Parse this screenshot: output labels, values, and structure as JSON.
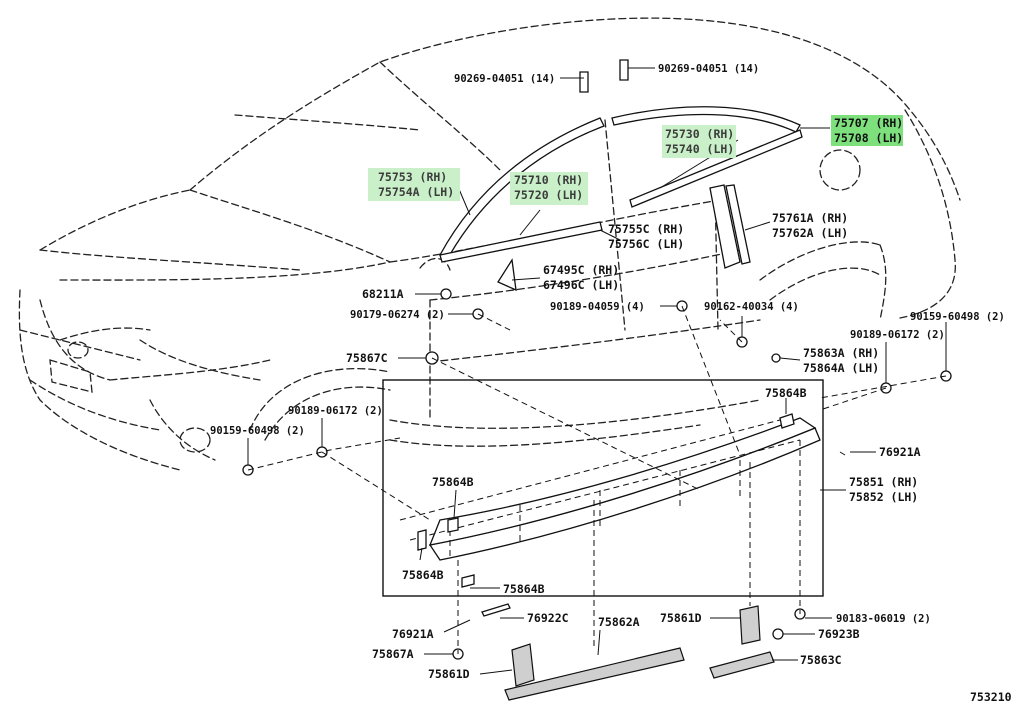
{
  "diagram_id": "753210",
  "highlight_color": "#7de07d",
  "labels": {
    "p90269_left": "90269-04051 (14)",
    "p90269_right": "90269-04051 (14)",
    "p75707": "75707 (RH)",
    "p75708": "75708 (LH)",
    "p75730": "75730 (RH)",
    "p75740": "75740 (LH)",
    "p75753": "75753 (RH)",
    "p75754A": "75754A (LH)",
    "p75710": "75710 (RH)",
    "p75720": "75720 (LH)",
    "p75761A": "75761A (RH)",
    "p75762A": "75762A (LH)",
    "p75755C": "75755C (RH)",
    "p75756C": "75756C (LH)",
    "p67495C": "67495C (RH)",
    "p67496C": "67496C (LH)",
    "p68211A": "68211A",
    "p90179": "90179-06274 (2)",
    "p90189_04059": "90189-04059 (4)",
    "p90162": "90162-40034 (4)",
    "p90159_right": "90159-60498 (2)",
    "p90189_right": "90189-06172 (2)",
    "p75867C": "75867C",
    "p75863A": "75863A (RH)",
    "p75864A": "75864A (LH)",
    "p75864B_top": "75864B",
    "p90189_left": "90189-06172 (2)",
    "p90159_left": "90159-60498 (2)",
    "p76921A_right": "76921A",
    "p75864B_left": "75864B",
    "p75851": "75851 (RH)",
    "p75852": "75852 (LH)",
    "p75864B_bottom": "75864B",
    "p75864B_bottom2": "75864B",
    "p76922C": "76922C",
    "p75862A": "75862A",
    "p75861D_right": "75861D",
    "p90183": "90183-06019 (2)",
    "p76921A_left": "76921A",
    "p76923B": "76923B",
    "p75867A": "75867A",
    "p75861D_left": "75861D",
    "p75863C": "75863C"
  }
}
